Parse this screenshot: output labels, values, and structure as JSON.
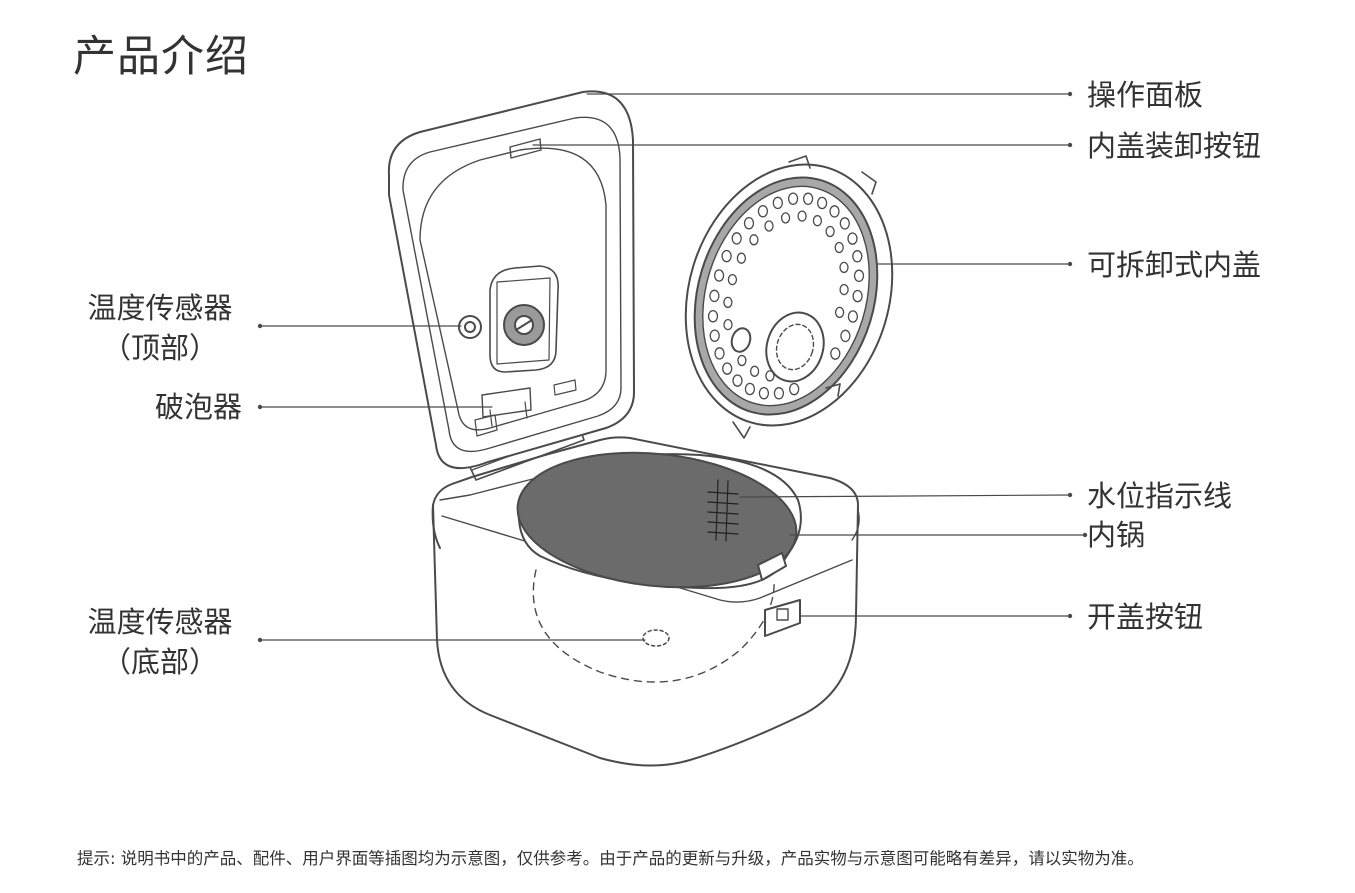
{
  "title": "产品介绍",
  "labels": {
    "control_panel": "操作面板",
    "inner_lid_release": "内盖装卸按钮",
    "removable_inner_lid": "可拆卸式内盖",
    "temp_sensor_top_line1": "温度传感器",
    "temp_sensor_top_line2": "（顶部）",
    "bubble_breaker": "破泡器",
    "water_level": "水位指示线",
    "inner_pot": "内锅",
    "lid_open_button": "开盖按钮",
    "temp_sensor_bottom_line1": "温度传感器",
    "temp_sensor_bottom_line2": "（底部）"
  },
  "note": "提示: 说明书中的产品、配件、用户界面等插图均为示意图，仅供参考。由于产品的更新与升级，产品实物与示意图可能略有差异，请以实物为准。",
  "colors": {
    "line": "#4a4a4a",
    "pot": "#6b6b6b",
    "gasket": "#a8a8a8",
    "text": "#333333"
  }
}
